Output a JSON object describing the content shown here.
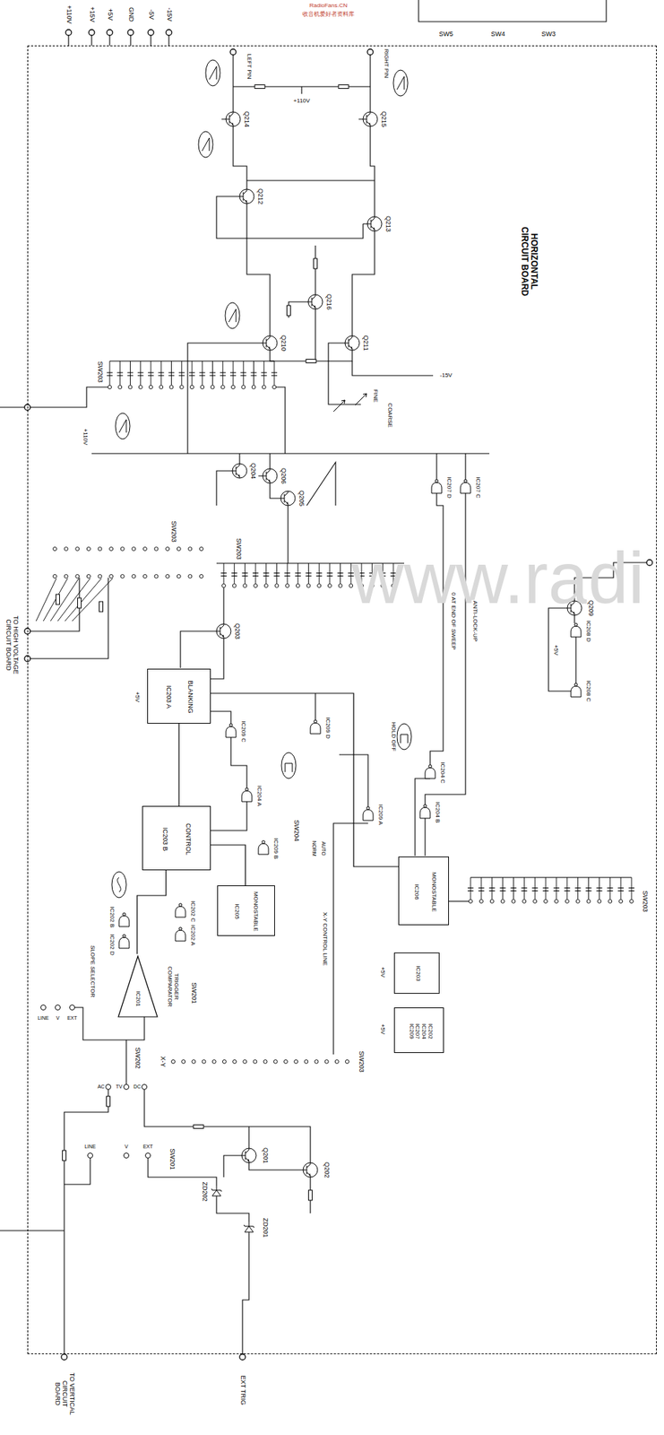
{
  "diagram": {
    "nodes": [
      {
        "text": [
          "HORIZONTAL CIRCUIT BOARD"
        ]
      },
      {
        "text": [
          "IC203 A",
          "BLANKING"
        ],
        "in": 0
      },
      {
        "text": [
          "IC203 B",
          "CONTROL"
        ],
        "in": 0
      },
      {
        "text": [
          "IC205",
          "MONOSTABLE"
        ],
        "in": 0
      },
      {
        "text": [
          "IC206",
          "MONOSTABLE"
        ],
        "in": 0
      },
      {
        "text": [
          "IC203"
        ],
        "in": 0
      },
      {
        "text": [
          "IC202 IC204 IC207 IC209"
        ],
        "in": 0
      },
      {
        "text": [
          "IC201",
          "TRIGGER COMPARATOR"
        ],
        "in": 0
      }
    ],
    "edges": [
      {
        "from": 7,
        "to": 2,
        "arrow": "none"
      },
      {
        "from": 3,
        "to": 2,
        "arrow": "none"
      },
      {
        "from": 2,
        "to": 1,
        "arrow": "none"
      },
      {
        "from": 4,
        "to": 1,
        "arrow": "none"
      }
    ],
    "labels": [
      "+110V",
      "+15V",
      "+5V",
      "GND",
      "-5V",
      "-15V",
      "RadioFans.CN",
      "收音机爱好者资料库",
      "SW5",
      "SW4",
      "SW3",
      "LEFT PIN",
      "RIGHT PIN",
      "+110V",
      "Q214",
      "Q215",
      "Q212",
      "Q213",
      "Q210",
      "Q211",
      "Q216",
      "FINE",
      "COARSE",
      "-15V",
      "+110V",
      "SW203",
      "SW203",
      "SW203",
      "SW203",
      "SW203",
      "X-Y",
      "Q206",
      "Q204",
      "Q205",
      "Q203",
      "Q209",
      "TO HIGH VOLTAGE CIRCUIT BOARD",
      "IC209 C",
      "IC209 D",
      "IC204 A",
      "IC209 B",
      "IC209 A",
      "IC204 B",
      "IC204 C",
      "IC207 D",
      "IC207 C",
      "IC208 D",
      "IC208 C",
      "IC202 C",
      "IC202 A",
      "IC202 B",
      "IC202 D",
      "SLOPE SELECTOR",
      "SW201",
      "LINE",
      "V",
      "EXT",
      "SW202",
      "AC",
      "DC",
      "TV",
      "SW204",
      "NORM",
      "AUTO",
      "HOLD OFF",
      "0 AT END OF SWEEP",
      "ANTI-LOCK-UP",
      "X-Y CONTROL LINE",
      "+5V",
      "+5V",
      "+5V",
      "+5V",
      "Q201",
      "Q202",
      "ZD202",
      "ZD201",
      "EXT TRIG",
      "TO VERTICAL CIRCUIT BOARD",
      "LINE",
      "V",
      "EXT",
      "SW201",
      "www.radi"
    ]
  }
}
